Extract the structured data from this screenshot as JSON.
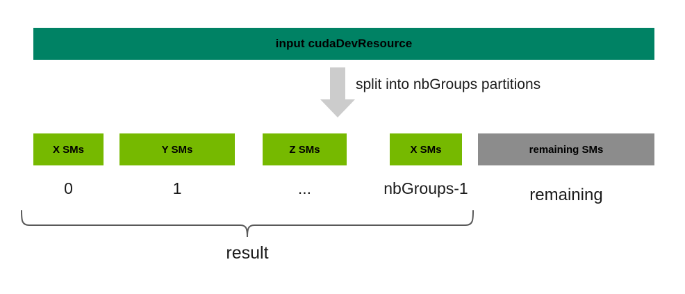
{
  "colors": {
    "teal": "#008264",
    "green": "#76B900",
    "gray": "#8C8C8C",
    "arrow": "#CCCCCC",
    "brace": "#595959",
    "text": "#1a1a1a"
  },
  "input_bar": {
    "label": "input cudaDevResource"
  },
  "arrow": {
    "icon": "down-arrow-icon",
    "label": "split into nbGroups partitions"
  },
  "partitions": {
    "boxes": [
      {
        "label": "X SMs",
        "kind": "green"
      },
      {
        "label": "Y SMs",
        "kind": "green"
      },
      {
        "label": "Z SMs",
        "kind": "green"
      },
      {
        "label": "X SMs",
        "kind": "green"
      },
      {
        "label": "remaining SMs",
        "kind": "gray"
      }
    ],
    "indices": [
      "0",
      "1",
      "...",
      "nbGroups-1",
      "remaining"
    ]
  },
  "result": {
    "brace_icon": "curly-brace-down-icon",
    "label": "result"
  }
}
